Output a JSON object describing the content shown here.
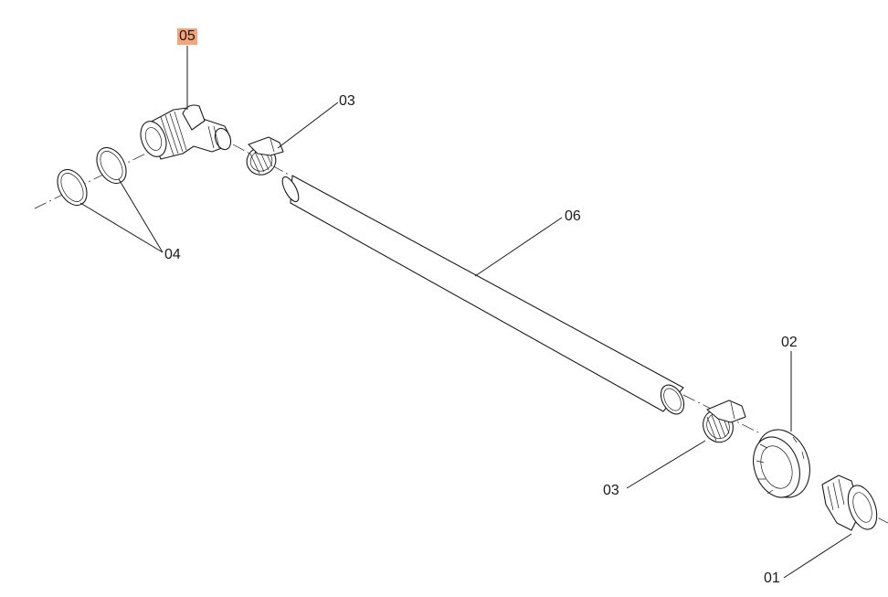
{
  "diagram": {
    "highlight_color": "#f6a47a",
    "callouts": [
      {
        "id": "lbl-05",
        "text": "05",
        "highlighted": true
      },
      {
        "id": "lbl-03-top",
        "text": "03",
        "highlighted": false
      },
      {
        "id": "lbl-06",
        "text": "06",
        "highlighted": false
      },
      {
        "id": "lbl-04",
        "text": "04",
        "highlighted": false
      },
      {
        "id": "lbl-02",
        "text": "02",
        "highlighted": false
      },
      {
        "id": "lbl-03-bottom",
        "text": "03",
        "highlighted": false
      },
      {
        "id": "lbl-01",
        "text": "01",
        "highlighted": false
      }
    ]
  }
}
